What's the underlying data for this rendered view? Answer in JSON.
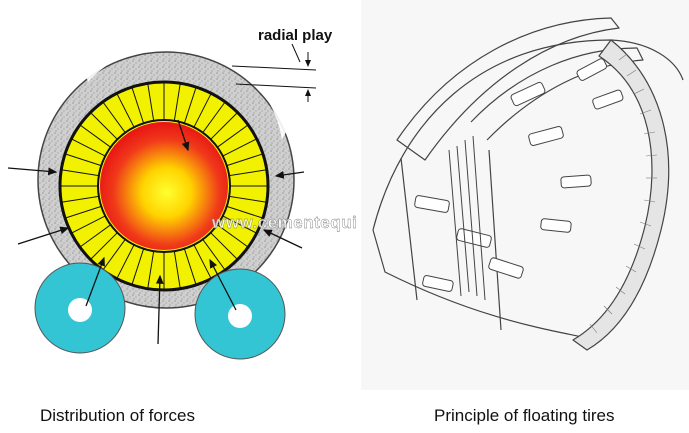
{
  "labels": {
    "radial_play": "radial play",
    "watermark": "www.cementequipment.org"
  },
  "captions": {
    "left": "Distribution of forces",
    "right": "Principle of floating tires"
  },
  "colors": {
    "tire_gray": "#c9c9c9",
    "segment_yellow": "#f2f200",
    "shell_red": "#ee1c1c",
    "hot_core": "#ffff33",
    "roller_cyan": "#33c5d3",
    "force_arrow": "#2e5f3a",
    "outline": "#111111"
  }
}
